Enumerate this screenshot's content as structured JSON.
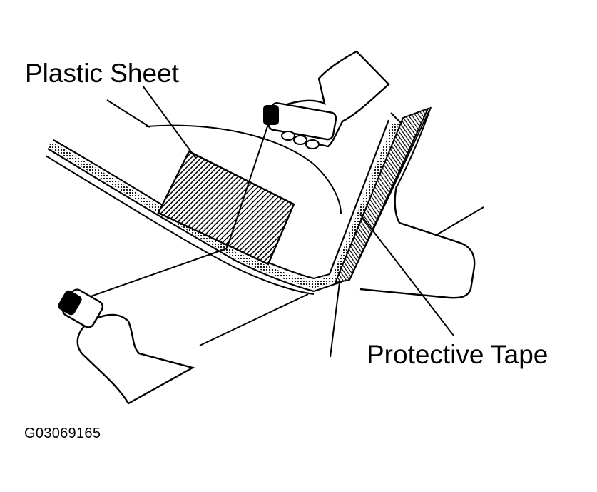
{
  "labels": {
    "plastic_sheet": "Plastic Sheet",
    "protective_tape": "Protective Tape",
    "figure_code": "G03069165"
  },
  "colors": {
    "ink": "#000000",
    "paper": "#ffffff"
  }
}
